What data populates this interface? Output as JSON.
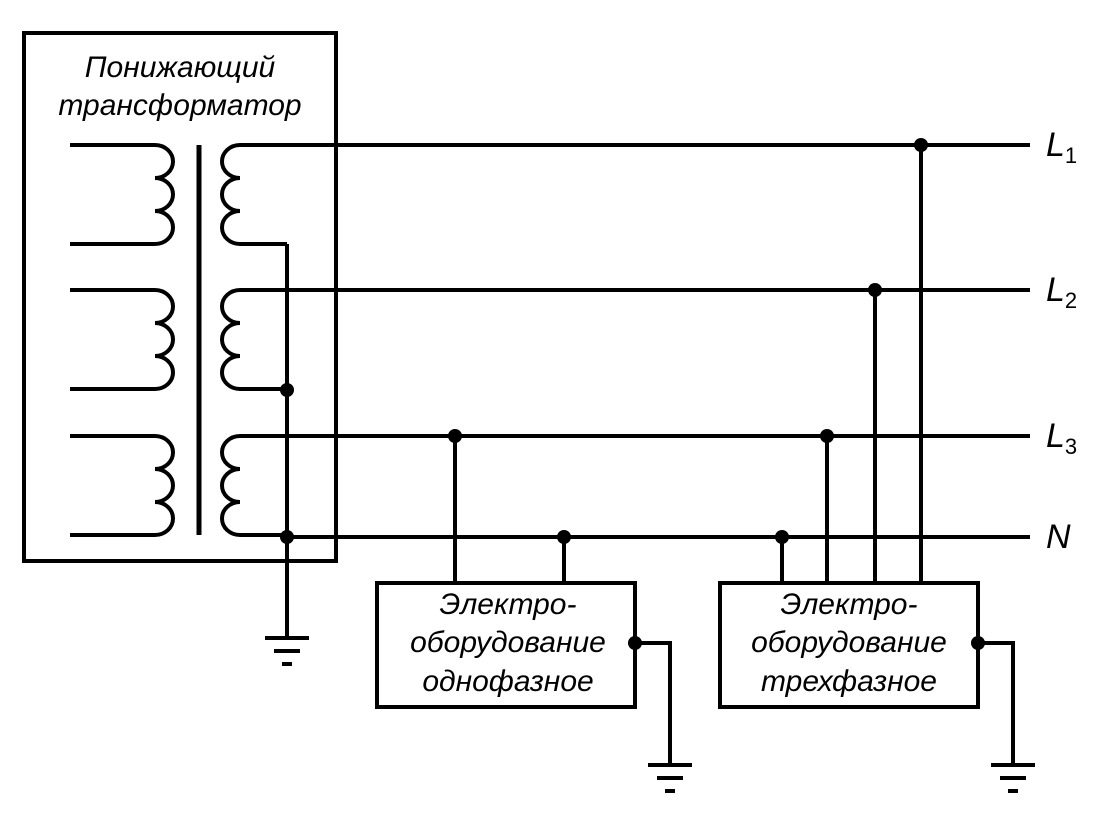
{
  "transformer": {
    "title_line1": "Понижающий",
    "title_line2": "трансформатор"
  },
  "lines": {
    "l1": {
      "letter": "L",
      "index": "1"
    },
    "l2": {
      "letter": "L",
      "index": "2"
    },
    "l3": {
      "letter": "L",
      "index": "3"
    },
    "n": {
      "letter": "N"
    }
  },
  "single_phase_equipment": {
    "line1": "Электро-",
    "line2": "оборудование",
    "line3": "однофазное"
  },
  "three_phase_equipment": {
    "line1": "Электро-",
    "line2": "оборудование",
    "line3": "трехфазное"
  }
}
